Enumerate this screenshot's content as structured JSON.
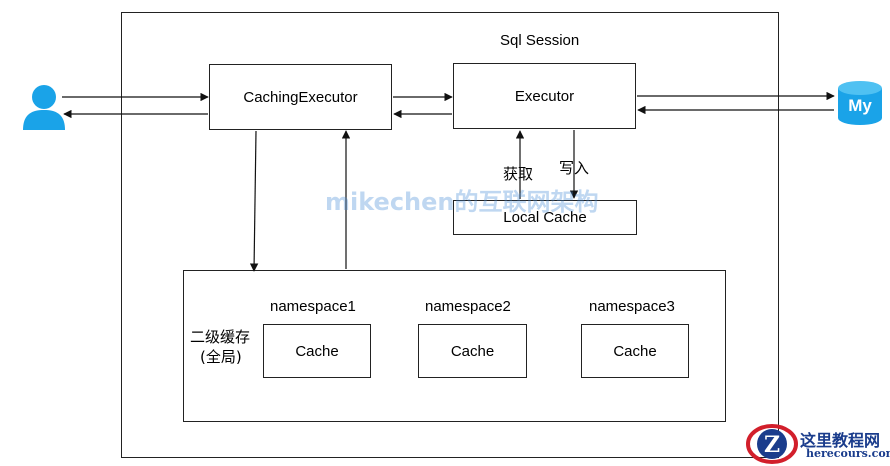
{
  "session": {
    "title": "Sql Session"
  },
  "caching_executor": {
    "label": "CachingExecutor"
  },
  "executor": {
    "label": "Executor"
  },
  "local_cache": {
    "label": "Local Cache"
  },
  "edges": {
    "fetch": "获取",
    "write": "写入"
  },
  "second_level": {
    "label_line1": "二级缓存",
    "label_line2": "(全局)",
    "namespaces": [
      {
        "name": "namespace1",
        "cache": "Cache"
      },
      {
        "name": "namespace2",
        "cache": "Cache"
      },
      {
        "name": "namespace3",
        "cache": "Cache"
      }
    ]
  },
  "database": {
    "icon": "mysql-database-icon",
    "text": "My"
  },
  "user": {
    "icon": "user-icon"
  },
  "watermark": {
    "text": "mikechen的互联网架构"
  },
  "site_logo": {
    "cn": "这里教程网",
    "en": "herecours.com",
    "letter": "Z"
  },
  "colors": {
    "icon_blue": "#1aa3e8",
    "logo_red": "#d21f2b",
    "logo_blue": "#1a3c8c"
  }
}
